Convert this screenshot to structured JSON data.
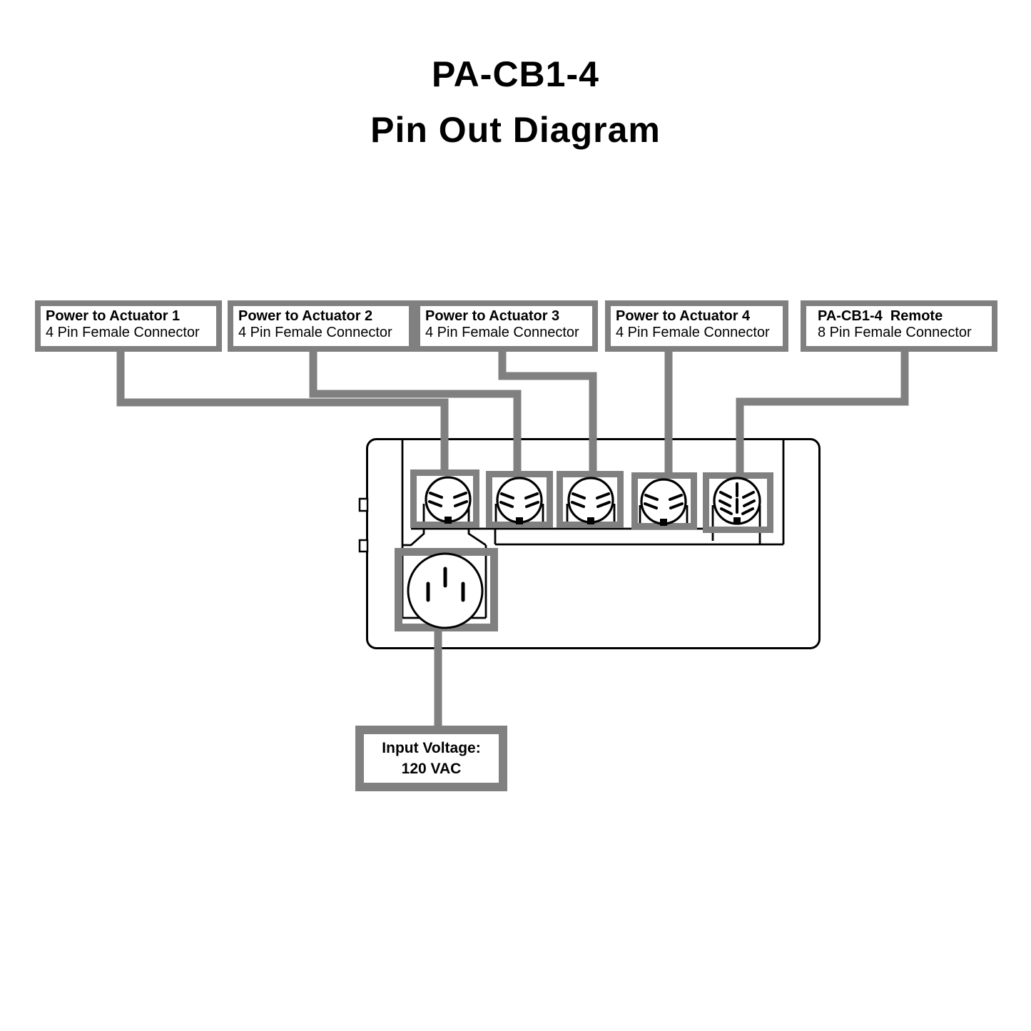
{
  "title": {
    "line1": "PA-CB1-4",
    "line2": "Pin Out Diagram"
  },
  "connector_labels": [
    {
      "title": "Power to Actuator 1",
      "subtitle": "4 Pin Female Connector"
    },
    {
      "title": "Power to Actuator 2",
      "subtitle": "4 Pin Female Connector"
    },
    {
      "title": "Power to Actuator 3",
      "subtitle": "4 Pin Female Connector"
    },
    {
      "title": "Power to Actuator 4",
      "subtitle": "4 Pin Female Connector"
    },
    {
      "title": "PA-CB1-4  Remote",
      "subtitle": "8 Pin Female Connector"
    }
  ],
  "input_voltage_label": {
    "line1": "Input Voltage:",
    "line2": "120 VAC"
  },
  "icons": {
    "actuator_ports": "din-4pin-connector-icon",
    "remote_port": "din-8pin-connector-icon",
    "power_port": "power-inlet-icon"
  },
  "colors": {
    "connector_line_gray": "#808080",
    "outline_black": "#000000",
    "background": "#ffffff"
  }
}
